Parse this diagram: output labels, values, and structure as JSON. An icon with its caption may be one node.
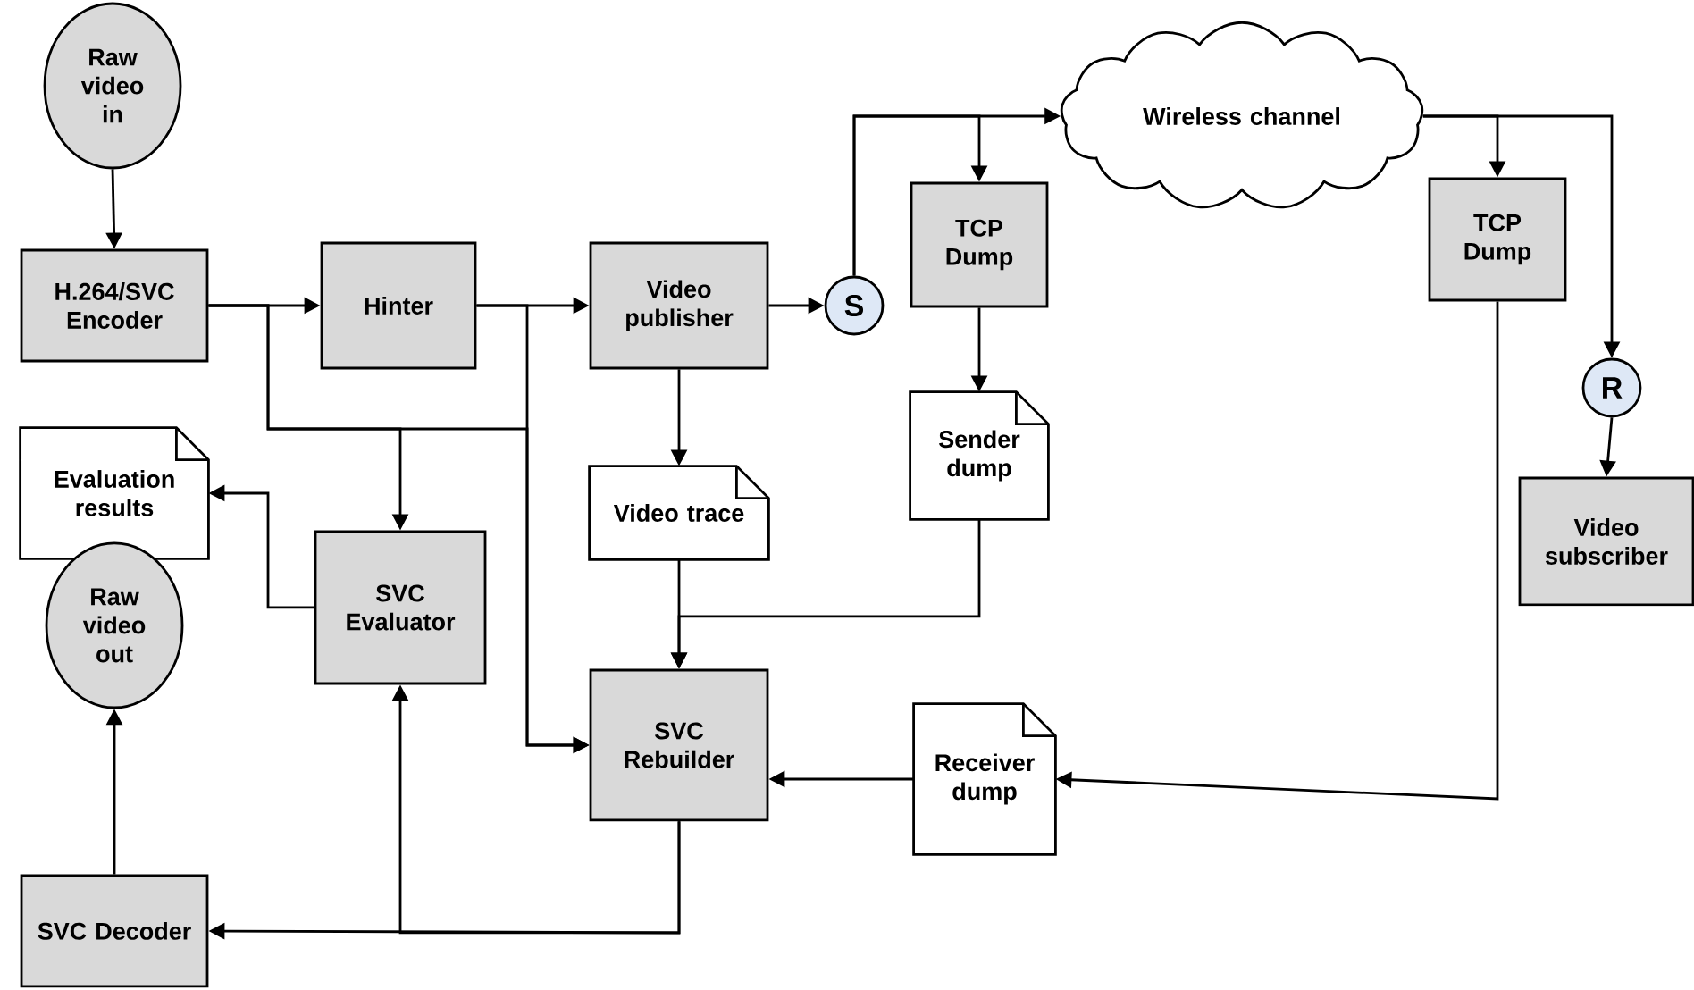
{
  "diagram": {
    "nodes": [
      {
        "text": [
          "Raw video in"
        ]
      },
      {
        "text": [
          "H.264/SVC Encoder"
        ]
      },
      {
        "text": [
          "Hinter"
        ]
      },
      {
        "text": [
          "Video publisher"
        ]
      },
      {
        "text": [
          "S"
        ]
      },
      {
        "text": [
          "Wireless channel"
        ]
      },
      {
        "text": [
          "TCP Dump"
        ]
      },
      {
        "text": [
          "TCP Dump"
        ]
      },
      {
        "text": [
          "R"
        ]
      },
      {
        "text": [
          "Video subscriber"
        ]
      },
      {
        "text": [
          "Evaluation results"
        ]
      },
      {
        "text": [
          "SVC Evaluator"
        ]
      },
      {
        "text": [
          "Video trace"
        ]
      },
      {
        "text": [
          "Sender dump"
        ]
      },
      {
        "text": [
          "Raw video out"
        ]
      },
      {
        "text": [
          "SVC Rebuilder"
        ]
      },
      {
        "text": [
          "Receiver dump"
        ]
      },
      {
        "text": [
          "SVC Decoder"
        ]
      }
    ],
    "edges": [
      {
        "from": 0,
        "to": 1,
        "arrow": "to"
      },
      {
        "from": 1,
        "to": 2,
        "arrow": "to"
      },
      {
        "from": 1,
        "to": 11,
        "arrow": "to"
      },
      {
        "from": 1,
        "to": 15,
        "arrow": "to"
      },
      {
        "from": 2,
        "to": 3,
        "arrow": "to"
      },
      {
        "from": 2,
        "to": 15,
        "arrow": "to"
      },
      {
        "from": 3,
        "to": 4,
        "arrow": "to"
      },
      {
        "from": 4,
        "to": 5,
        "arrow": "to"
      },
      {
        "from": 4,
        "to": 6,
        "arrow": "to"
      },
      {
        "from": 3,
        "to": 12,
        "arrow": "to"
      },
      {
        "from": 6,
        "to": 13,
        "arrow": "to"
      },
      {
        "from": 13,
        "to": 15,
        "arrow": "to"
      },
      {
        "from": 12,
        "to": 15,
        "arrow": "to"
      },
      {
        "from": 5,
        "to": 7,
        "arrow": "to"
      },
      {
        "from": 5,
        "to": 8,
        "arrow": "to"
      },
      {
        "from": 8,
        "to": 9,
        "arrow": "to"
      },
      {
        "from": 7,
        "to": 16,
        "arrow": "to"
      },
      {
        "from": 16,
        "to": 15,
        "arrow": "to"
      },
      {
        "from": 15,
        "to": 17,
        "arrow": "to"
      },
      {
        "from": 15,
        "to": 11,
        "arrow": "to"
      },
      {
        "from": 11,
        "to": 10,
        "arrow": "to"
      },
      {
        "from": 17,
        "to": 14,
        "arrow": "to"
      }
    ]
  }
}
